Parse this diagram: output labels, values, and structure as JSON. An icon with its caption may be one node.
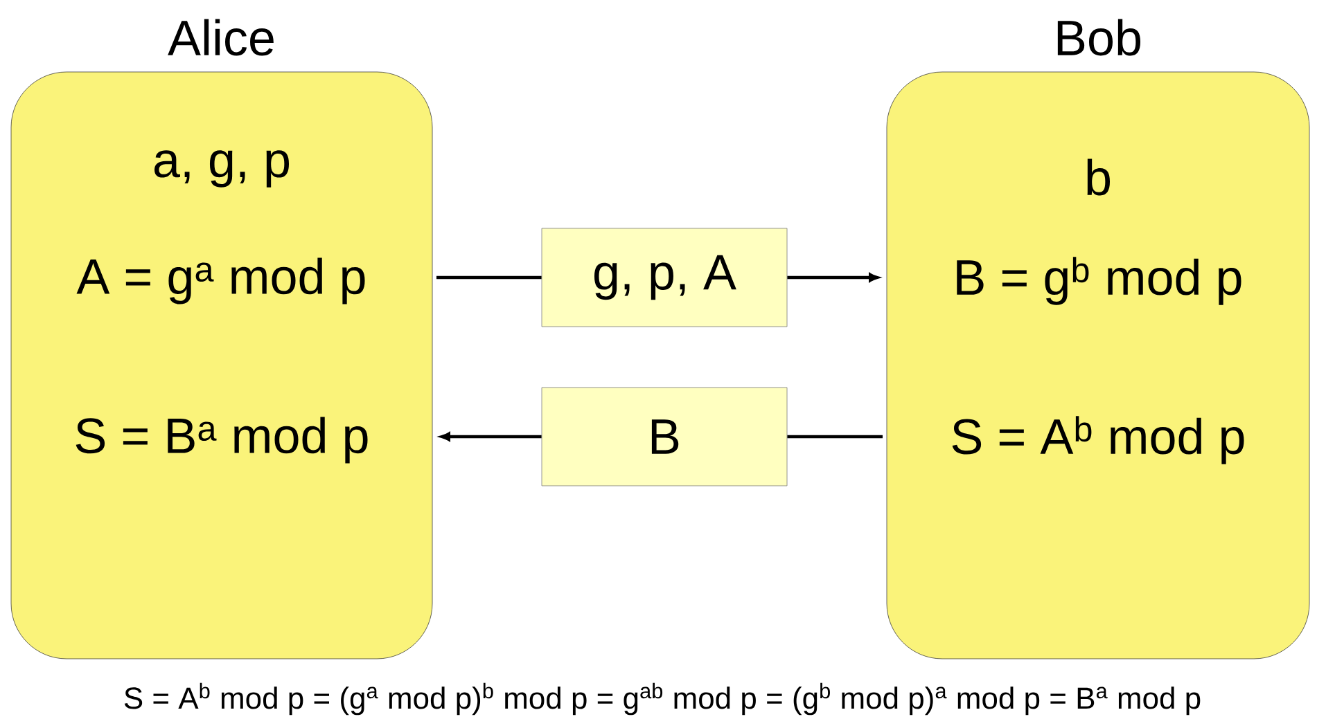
{
  "diagram": {
    "nodes": [
      {
        "text": [
          "Alice",
          "a, g, p",
          "A = g$^{a}$ mod p",
          "S = B$^{a}$ mod p"
        ]
      },
      {
        "text": [
          "Bob",
          "b",
          "B = g$^{b}$ mod p",
          "S = A$^{b}$ mod p"
        ]
      },
      {
        "text": [
          "g, p, A"
        ]
      },
      {
        "text": [
          "B"
        ]
      }
    ],
    "edges": [
      {
        "from": 0,
        "to": 2,
        "arrow": "none"
      },
      {
        "from": 2,
        "to": 1,
        "arrow": "to"
      },
      {
        "from": 1,
        "to": 3,
        "arrow": "none"
      },
      {
        "from": 3,
        "to": 0,
        "arrow": "to"
      }
    ],
    "labels": [
      "S = A$^{b}$ mod p = (g$^{a}$ mod p)$^{b}$ mod p = g$^{ab}$ mod p = (g$^{b}$ mod p)$^{a}$ mod p = B$^{a}$ mod p"
    ]
  }
}
